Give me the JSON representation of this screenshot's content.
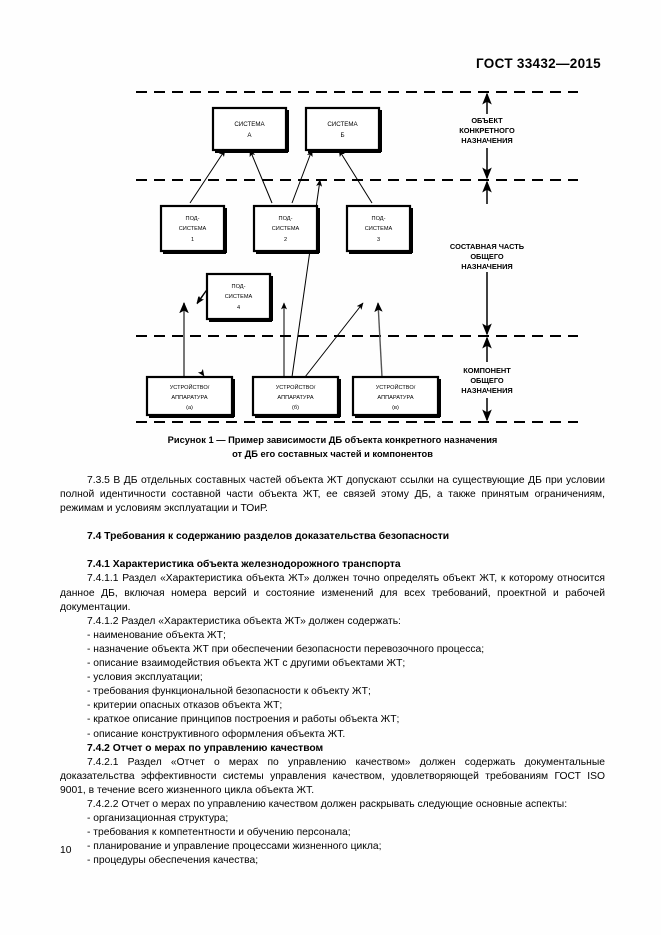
{
  "document": {
    "header": "ГОСТ 33432—2015",
    "page_number": "10"
  },
  "figure": {
    "caption_line1": "Рисунок 1 — Пример зависимости ДБ объекта конкретного назначения",
    "caption_line2": "от ДБ его составных частей и компонентов",
    "systems": [
      {
        "line1": "СИСТЕМА",
        "line2": "А"
      },
      {
        "line1": "СИСТЕМА",
        "line2": "Б"
      }
    ],
    "subsystems": [
      {
        "line1": "ПОД-",
        "line2": "СИСТЕМА",
        "line3": "1"
      },
      {
        "line1": "ПОД-",
        "line2": "СИСТЕМА",
        "line3": "2"
      },
      {
        "line1": "ПОД-",
        "line2": "СИСТЕМА",
        "line3": "3"
      },
      {
        "line1": "ПОД-",
        "line2": "СИСТЕМА",
        "line3": "4"
      }
    ],
    "devices": [
      {
        "line1": "УСТРОЙСТВО/",
        "line2": "АППАРАТУРА",
        "line3": "(а)"
      },
      {
        "line1": "УСТРОЙСТВО/",
        "line2": "АППАРАТУРА",
        "line3": "(б)"
      },
      {
        "line1": "УСТРОЙСТВО/",
        "line2": "АППАРАТУРА",
        "line3": "(в)"
      }
    ],
    "zones": [
      {
        "line1": "ОБЪЕКТ",
        "line2": "КОНКРЕТНОГО",
        "line3": "НАЗНАЧЕНИЯ"
      },
      {
        "line1": "СОСТАВНАЯ ЧАСТЬ",
        "line2": "ОБЩЕГО",
        "line3": "НАЗНАЧЕНИЯ"
      },
      {
        "line1": "КОМПОНЕНТ",
        "line2": "ОБЩЕГО",
        "line3": "НАЗНАЧЕНИЯ"
      }
    ]
  },
  "body": {
    "p_735": "7.3.5 В ДБ отдельных составных частей объекта ЖТ допускают ссылки на существующие ДБ при условии полной идентичности составной части объекта ЖТ, ее связей этому ДБ, а также принятым ограничениям, режимам и условиям эксплуатации и ТОиР.",
    "h_74": "7.4 Требования к содержанию разделов доказательства безопасности",
    "h_741": "7.4.1 Характеристика объекта железнодорожного транспорта",
    "p_7411": "7.4.1.1 Раздел «Характеристика объекта ЖТ» должен точно определять объект ЖТ, к которому относится данное ДБ, включая номера версий и состояние изменений для всех требований, проектной и рабочей документации.",
    "p_7412": "7.4.1.2 Раздел «Характеристика объекта ЖТ» должен содержать:",
    "list_7412": [
      "- наименование объекта ЖТ;",
      "- назначение объекта ЖТ при обеспечении безопасности перевозочного процесса;",
      "- описание взаимодействия объекта ЖТ с другими объектами ЖТ;",
      "- условия эксплуатации;",
      "- требования функциональной безопасности к объекту ЖТ;",
      "- критерии опасных отказов объекта ЖТ;",
      "- краткое описание принципов построения и работы объекта ЖТ;",
      "- описание конструктивного оформления объекта ЖТ."
    ],
    "h_742": "7.4.2 Отчет о мерах по управлению качеством",
    "p_7421": "7.4.2.1 Раздел «Отчет о мерах по управлению качеством» должен содержать документальные доказательства эффективности системы управления качеством, удовлетворяющей требованиям ГОСТ ISO 9001, в течение всего жизненного цикла объекта ЖТ.",
    "p_7422": "7.4.2.2 Отчет о мерах по управлению качеством должен раскрывать следующие основные аспекты:",
    "list_7422": [
      "- организационная структура;",
      "- требования к компетентности и обучению персонала;",
      "- планирование и управление процессами жизненного цикла;",
      "- процедуры обеспечения качества;"
    ]
  },
  "colors": {
    "ink": "#000000",
    "paper": "#fefefe"
  }
}
